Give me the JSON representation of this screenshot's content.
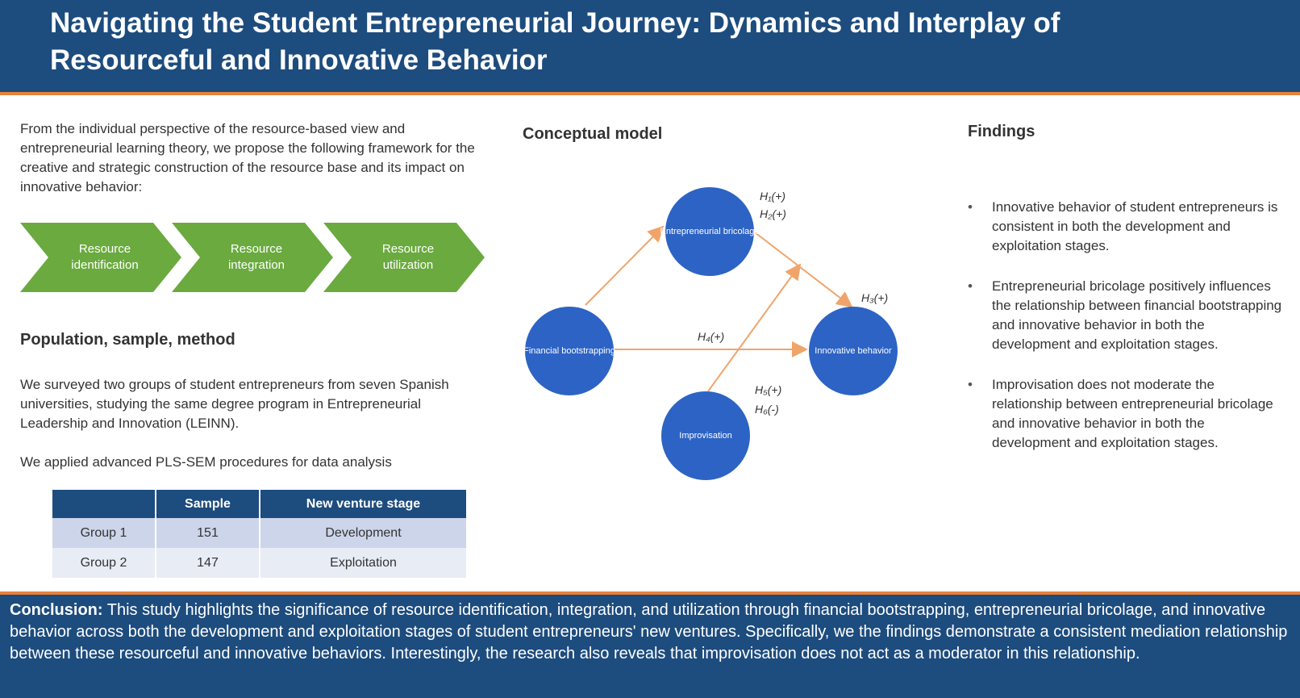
{
  "header": {
    "title": "Navigating the Student Entrepreneurial Journey: Dynamics and Interplay of Resourceful and Innovative Behavior"
  },
  "left": {
    "intro": "From the individual perspective of the resource-based view and entrepreneurial learning theory, we propose the following framework for the creative and strategic construction of the resource base and its impact on innovative behavior:",
    "chevrons": [
      {
        "label": "Resource identification"
      },
      {
        "label": "Resource integration"
      },
      {
        "label": "Resource utilization"
      }
    ],
    "method_title": "Population, sample, method",
    "method_text_1": "We surveyed two groups of student entrepreneurs from seven Spanish universities, studying the same degree program in Entrepreneurial Leadership and Innovation (LEINN).",
    "method_text_2": "We applied advanced PLS-SEM procedures for data analysis",
    "table": {
      "headers": [
        "",
        "Sample",
        "New venture stage"
      ],
      "rows": [
        [
          "Group 1",
          "151",
          "Development"
        ],
        [
          "Group 2",
          "147",
          "Exploitation"
        ]
      ]
    }
  },
  "diagram": {
    "title": "Conceptual model",
    "nodes": {
      "bricolage": "Entrepreneurial bricolage",
      "bootstrapping": "Financial bootstrapping",
      "innovative": "Innovative behavior",
      "improvisation": "Improvisation"
    },
    "labels": {
      "h1a": "H₁(+)",
      "h1b": "H₂(+)",
      "h2": "H₃(+)",
      "direct": "H₄(+)",
      "mod_a": "H₅(+)",
      "mod_b": "H₆(-)"
    },
    "colors": {
      "node": "#2d63c4",
      "arrow": "#f0a46a",
      "chevron": "#6aaa3e"
    }
  },
  "findings": {
    "title": "Findings",
    "items": [
      "Innovative behavior of student entrepreneurs is consistent in both the development and exploitation stages.",
      "Entrepreneurial bricolage positively influences the relationship between financial bootstrapping and innovative behavior in both the development and exploitation stages.",
      "Improvisation does not moderate the relationship between entrepreneurial bricolage and innovative behavior in both the development and exploitation stages."
    ]
  },
  "footer": {
    "label": "Conclusion:",
    "text": " This study highlights the significance of resource identification, integration, and utilization through financial bootstrapping, entrepreneurial bricolage, and innovative behavior across both the development and exploitation stages of student entrepreneurs' new ventures. Specifically, we the findings demonstrate a consistent mediation relationship between these resourceful and innovative behaviors. Interestingly, the research also reveals that improvisation does not act as a moderator in this relationship."
  }
}
